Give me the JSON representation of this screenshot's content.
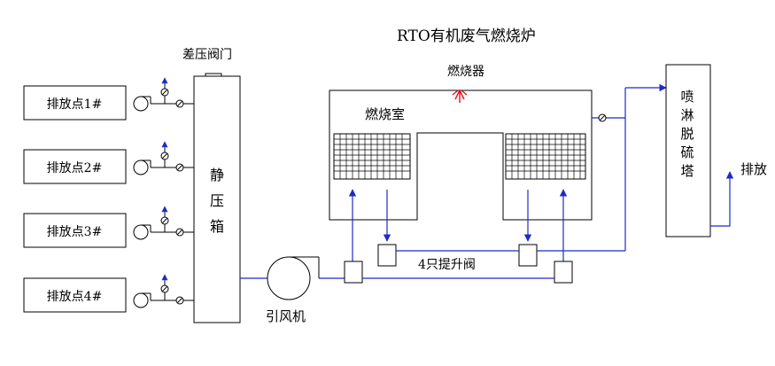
{
  "title": "RTO有机废气燃烧炉",
  "burner_label": "燃烧器",
  "chamber_label": "燃烧室",
  "valve_label": "差压阀门",
  "static_box_label": [
    "静",
    "压",
    "箱"
  ],
  "fan_label": "引风机",
  "lift_valves_label": "4只提升阀",
  "tower_label": [
    "喷",
    "淋",
    "脱",
    "硫",
    "塔"
  ],
  "exhaust_label": "排放",
  "emission_points": [
    "排放点1#",
    "排放点2#",
    "排放点3#",
    "排放点4#"
  ],
  "colors": {
    "pipe": "#1f2bc7",
    "flame": "#e0141b",
    "line": "#000000"
  }
}
